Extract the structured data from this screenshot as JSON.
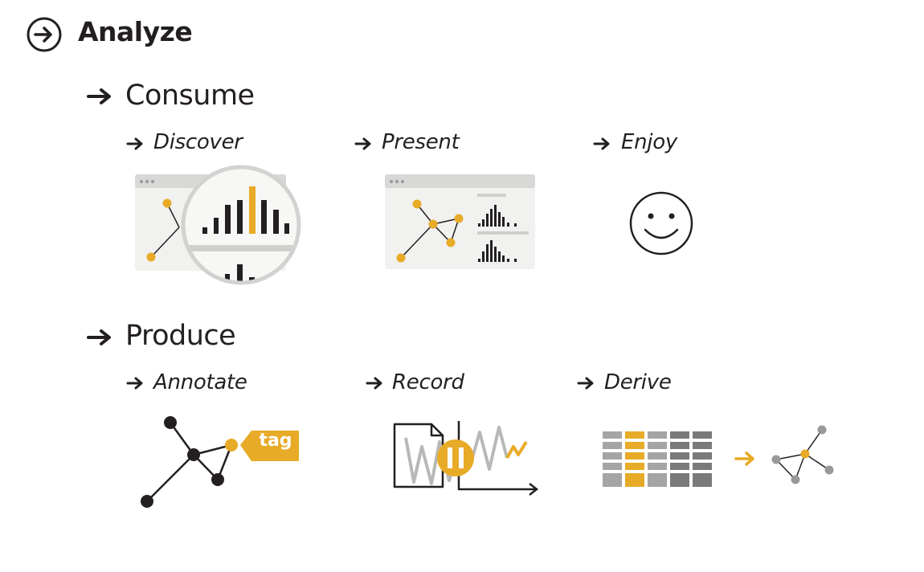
{
  "title": "Analyze",
  "consume": {
    "heading": "Consume",
    "items": [
      "Discover",
      "Present",
      "Enjoy"
    ]
  },
  "produce": {
    "heading": "Produce",
    "items": [
      "Annotate",
      "Record",
      "Derive"
    ]
  },
  "annotate_tag": "tag",
  "colors": {
    "accent": "#e8ab27",
    "dark": "#231f20",
    "panel": "#f1f1ef",
    "panel_bar": "#d8d8d6",
    "grey": "#999999"
  }
}
